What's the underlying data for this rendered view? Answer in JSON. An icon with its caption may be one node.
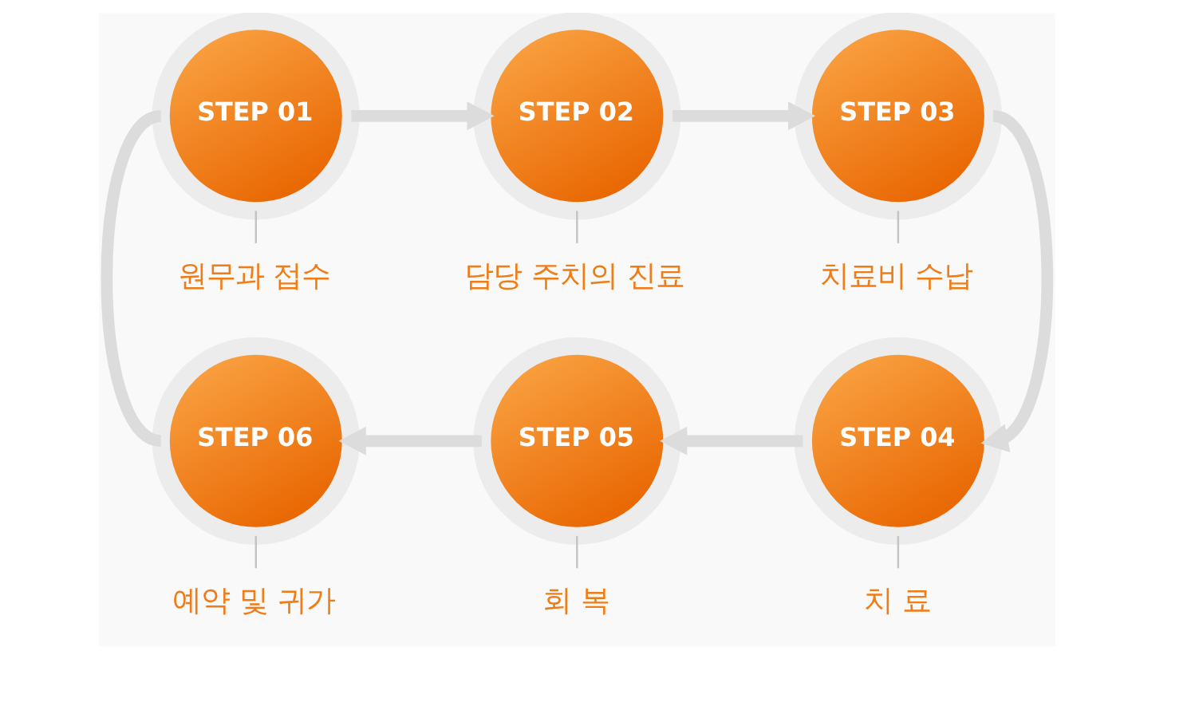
{
  "diagram": {
    "nodes": [
      {
        "text": [
          "STEP 01"
        ]
      },
      {
        "text": [
          "원무과 접수"
        ]
      },
      {
        "text": [
          "STEP 02"
        ]
      },
      {
        "text": [
          "담당 주치의 진료"
        ]
      },
      {
        "text": [
          "STEP 03"
        ]
      },
      {
        "text": [
          "치료비 수납"
        ]
      },
      {
        "text": [
          "STEP 04"
        ]
      },
      {
        "text": [
          "치 료"
        ]
      },
      {
        "text": [
          "STEP 05"
        ]
      },
      {
        "text": [
          "회 복"
        ]
      },
      {
        "text": [
          "STEP 06"
        ]
      },
      {
        "text": [
          "예약 및 귀가"
        ]
      }
    ],
    "edges": [
      {
        "from": 0,
        "to": 2,
        "arrow": "to",
        "style": "thick"
      },
      {
        "from": 2,
        "to": 4,
        "arrow": "to",
        "style": "thick"
      },
      {
        "from": 4,
        "to": 6,
        "arrow": "to",
        "style": "thick"
      },
      {
        "from": 6,
        "to": 8,
        "arrow": "to",
        "style": "thick"
      },
      {
        "from": 8,
        "to": 10,
        "arrow": "to",
        "style": "thick"
      },
      {
        "from": 10,
        "to": 0,
        "arrow": "none",
        "style": "thick"
      },
      {
        "from": 0,
        "to": 1,
        "arrow": "none"
      },
      {
        "from": 2,
        "to": 3,
        "arrow": "none"
      },
      {
        "from": 4,
        "to": 5,
        "arrow": "none"
      },
      {
        "from": 6,
        "to": 7,
        "arrow": "none"
      },
      {
        "from": 8,
        "to": 9,
        "arrow": "none"
      },
      {
        "from": 10,
        "to": 11,
        "arrow": "none"
      }
    ]
  }
}
